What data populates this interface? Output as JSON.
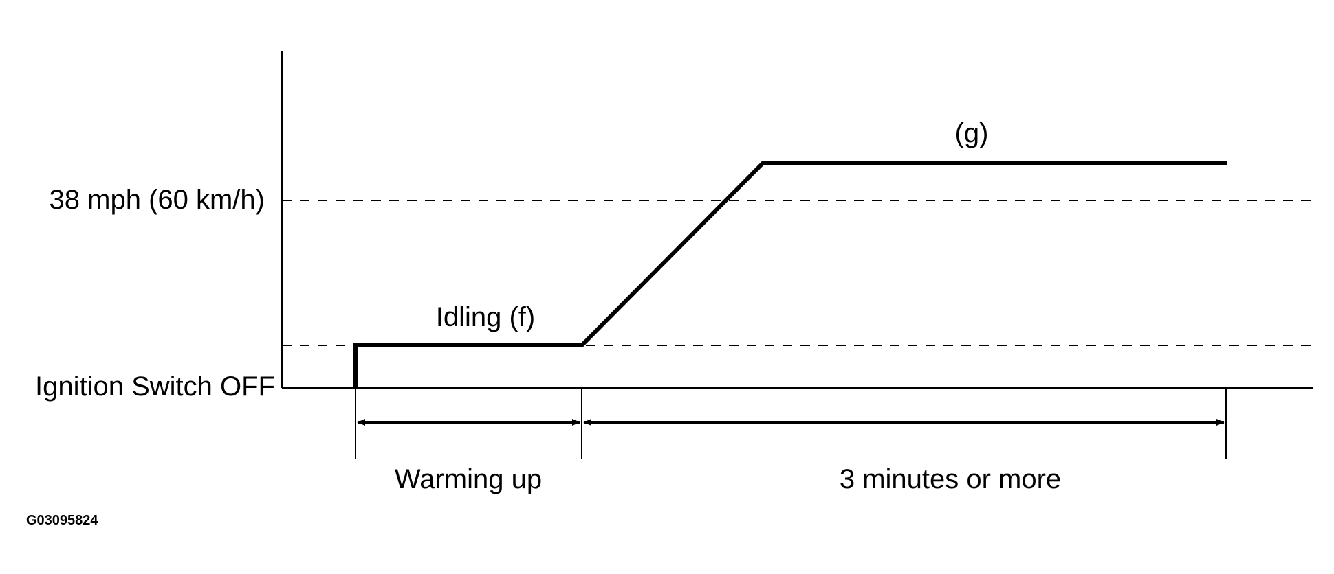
{
  "labels": {
    "speed_level": "38 mph (60 km/h)",
    "ignition_off": "Ignition Switch OFF",
    "idling": "Idling (f)",
    "phase_g": "(g)",
    "warming_up": "Warming up",
    "duration": "3 minutes or more",
    "figure_id": "G03095824"
  },
  "colors": {
    "line": "#000000",
    "background": "#ffffff"
  }
}
